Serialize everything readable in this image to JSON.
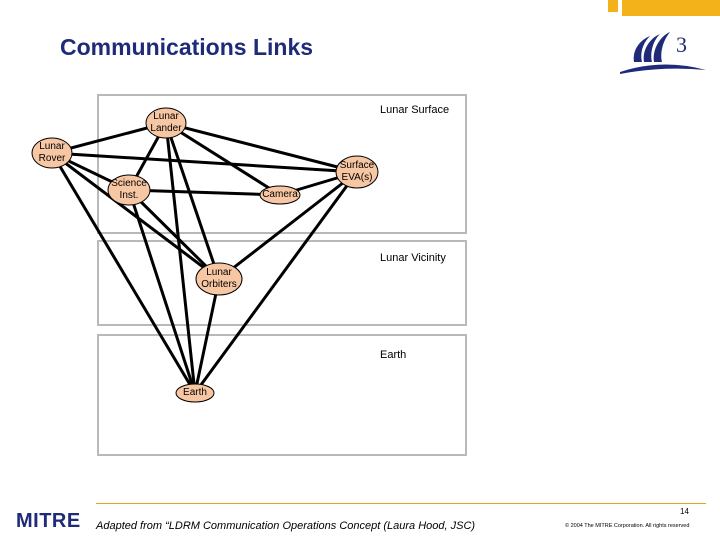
{
  "slide": {
    "title": "Communications Links",
    "page_number": "14",
    "source_note": "Adapted from “LDRM Communication Operations Concept (Laura Hood, JSC)",
    "copyright": "© 2004 The MITRE Corporation. All rights reserved",
    "brand_logo_text": "MITRE",
    "corner_logo_text": "3"
  },
  "colors": {
    "title": "#1f2a78",
    "accent": "#f4b21a",
    "node_fill": "#f7c7a3",
    "link": "#000000",
    "region_border": "#b9b9b9"
  },
  "regions": [
    {
      "id": "lunar-surface",
      "label": "Lunar Surface"
    },
    {
      "id": "lunar-vicinity",
      "label": "Lunar Vicinity"
    },
    {
      "id": "earth",
      "label": "Earth"
    }
  ],
  "nodes": [
    {
      "id": "lander",
      "label": "Lunar\nLander"
    },
    {
      "id": "rover",
      "label": "Lunar\nRover"
    },
    {
      "id": "science",
      "label": "Science\nInst."
    },
    {
      "id": "camera",
      "label": "Camera"
    },
    {
      "id": "eva",
      "label": "Surface\nEVA(s)"
    },
    {
      "id": "orbiters",
      "label": "Lunar\nOrbiters"
    },
    {
      "id": "earth-node",
      "label": "Earth"
    }
  ],
  "links": [
    [
      "lander",
      "rover"
    ],
    [
      "lander",
      "science"
    ],
    [
      "lander",
      "camera"
    ],
    [
      "lander",
      "eva"
    ],
    [
      "lander",
      "orbiters"
    ],
    [
      "lander",
      "earth-node"
    ],
    [
      "rover",
      "science"
    ],
    [
      "rover",
      "eva"
    ],
    [
      "rover",
      "orbiters"
    ],
    [
      "rover",
      "earth-node"
    ],
    [
      "science",
      "camera"
    ],
    [
      "science",
      "orbiters"
    ],
    [
      "science",
      "earth-node"
    ],
    [
      "camera",
      "eva"
    ],
    [
      "eva",
      "orbiters"
    ],
    [
      "eva",
      "earth-node"
    ],
    [
      "orbiters",
      "earth-node"
    ]
  ]
}
